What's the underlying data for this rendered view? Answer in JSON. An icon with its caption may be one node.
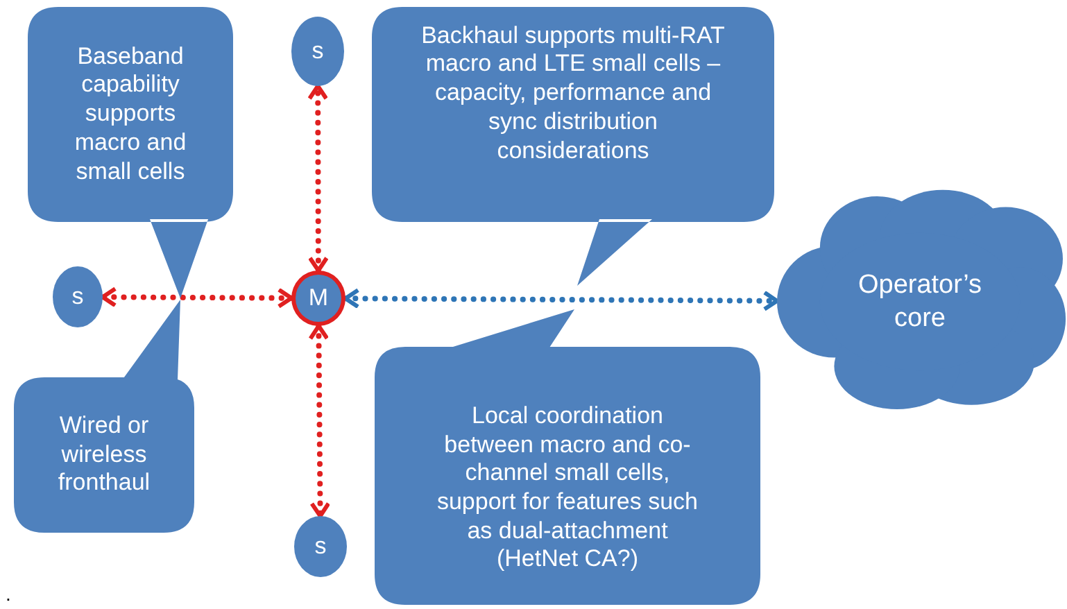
{
  "diagram": {
    "nodes": [
      {
        "text": [
          "Baseband capability supports macro and small cells"
        ]
      },
      {
        "text": [
          "s"
        ]
      },
      {
        "text": [
          "Backhaul supports multi-RAT macro and LTE small cells – capacity, performance and sync distribution considerations"
        ]
      },
      {
        "text": [
          "s"
        ]
      },
      {
        "text": [
          "M"
        ]
      },
      {
        "text": [
          "Operator’s core"
        ]
      },
      {
        "text": [
          "Wired or wireless fronthaul"
        ]
      },
      {
        "text": [
          "Local coordination between macro and co-channel small cells, support for features such as dual-attachment (HetNet CA?)"
        ]
      },
      {
        "text": [
          "s"
        ]
      }
    ],
    "edges": [
      {
        "from": 4,
        "to": 1,
        "arrow": "both"
      },
      {
        "from": 4,
        "to": 3,
        "arrow": "both"
      },
      {
        "from": 4,
        "to": 5,
        "arrow": "both",
        "color": "#2e75b6"
      },
      {
        "from": 4,
        "to": 8,
        "arrow": "both"
      }
    ],
    "labels": [
      "."
    ]
  }
}
